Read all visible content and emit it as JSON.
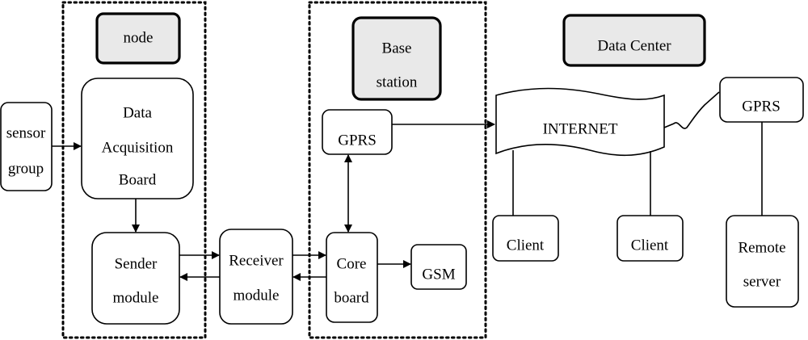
{
  "groups": {
    "node": "node",
    "base_station": [
      "Base",
      "station"
    ],
    "data_center": "Data Center"
  },
  "blocks": {
    "sensor_group": [
      "sensor",
      "group"
    ],
    "data_acquisition_board": [
      "Data",
      "Acquisition",
      "Board"
    ],
    "sender_module": [
      "Sender",
      "module"
    ],
    "receiver_module": [
      "Receiver",
      "module"
    ],
    "gprs_base": "GPRS",
    "core_board": [
      "Core",
      "board"
    ],
    "gsm": "GSM",
    "internet": "INTERNET",
    "gprs_remote": "GPRS",
    "client_1": "Client",
    "client_2": "Client",
    "remote_server": [
      "Remote",
      "server"
    ]
  }
}
